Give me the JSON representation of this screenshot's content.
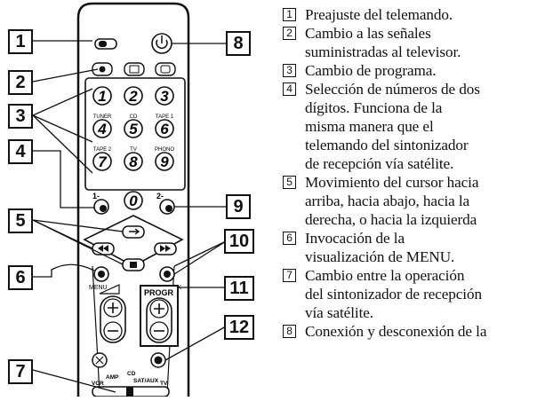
{
  "callouts": [
    "1",
    "2",
    "3",
    "4",
    "5",
    "6",
    "7",
    "8",
    "9",
    "10",
    "11",
    "12"
  ],
  "remote": {
    "digits": [
      "1",
      "2",
      "3",
      "4",
      "5",
      "6",
      "7",
      "8",
      "9",
      "0"
    ],
    "small_labels": {
      "tuner": "TUNER",
      "cd": "CD",
      "tape1": "TAPE 1",
      "tape2": "TAPE 2",
      "tv": "TV",
      "phono": "PHONO",
      "one_dash": "1-",
      "two_dash": "2-",
      "menu": "MENU",
      "ok": "OK",
      "progr": "PROGR",
      "vcr": "VCR",
      "amp": "AMP",
      "cd_switch": "CD",
      "sat_aux": "SAT/AUX",
      "tv_switch": "TV"
    }
  },
  "legend": [
    {
      "num": "1",
      "lines": [
        "Preajuste del telemando."
      ]
    },
    {
      "num": "2",
      "lines": [
        "Cambio a las señales",
        "suministradas al televisor."
      ]
    },
    {
      "num": "3",
      "lines": [
        "Cambio de programa."
      ]
    },
    {
      "num": "4",
      "lines": [
        "Selección de números de dos",
        "dígitos.  Funciona de la",
        "misma manera que el",
        "telemando del sintonizador",
        "de recepción vía satélite."
      ]
    },
    {
      "num": "5",
      "lines": [
        "Movimiento del cursor hacia",
        "arriba, hacia abajo, hacia la",
        "derecha, o hacia la izquierda"
      ]
    },
    {
      "num": "6",
      "lines": [
        "Invocación de la",
        "visualización de MENU."
      ]
    },
    {
      "num": "7",
      "lines": [
        "Cambio entre la operación",
        "del sintonizador de recepción",
        "vía satélite."
      ]
    },
    {
      "num": "8",
      "lines": [
        "Conexión y desconexión de la"
      ]
    }
  ]
}
